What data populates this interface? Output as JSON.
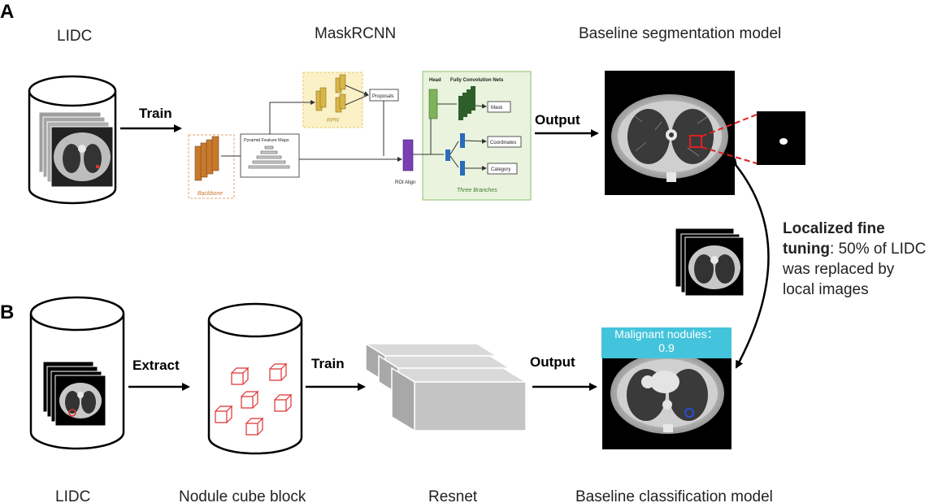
{
  "panelA": {
    "letter": "A",
    "dataset_title": "LIDC",
    "arch_title": "MaskRCNN",
    "output_title": "Baseline segmentation model",
    "train_label": "Train",
    "output_label": "Output",
    "maskrcnn": {
      "backbone": "Backbone",
      "pyramid": "Pyramid Feature Maps",
      "rpn": "RPN",
      "proposals": "Proposals",
      "roi_align": "ROI Align",
      "head": "Head",
      "fcn": "Fully Convolution Nets",
      "mask": "Mask",
      "coordinates": "Coordinates",
      "category": "Category",
      "three_branches": "Three Branches"
    }
  },
  "finetune": {
    "bold": "Localized fine tuning",
    "rest": ": 50% of LIDC was replaced by local images"
  },
  "panelB": {
    "letter": "B",
    "extract_label": "Extract",
    "train_label": "Train",
    "output_label": "Output",
    "malignant_label": "Malignant nodules：",
    "malignant_score": "0.9",
    "caption_lidc": "LIDC",
    "caption_cube": "Nodule cube block",
    "caption_resnet": "Resnet",
    "caption_model": "Baseline classification model"
  },
  "colors": {
    "backbone": "#c8792c",
    "rpn": "#d9b64a",
    "roi": "#7b3fb5",
    "head": "#7fb35a",
    "fcn": "#2e5e2a",
    "branch": "#2a6cb8",
    "cube": "#e03030",
    "label_bg": "#44c4dc",
    "seg_box": "#e02020"
  }
}
